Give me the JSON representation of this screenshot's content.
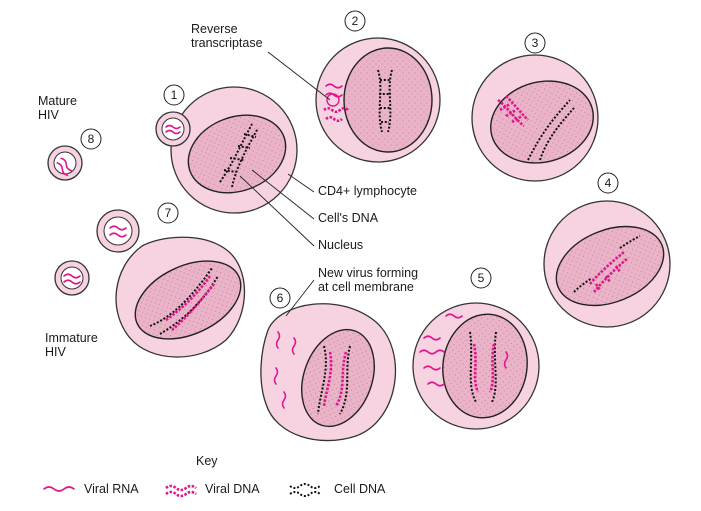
{
  "steps": [
    "1",
    "2",
    "3",
    "4",
    "5",
    "6",
    "7",
    "8"
  ],
  "labels": {
    "reverse_transcriptase": [
      "Reverse",
      "transcriptase"
    ],
    "cd4_lymphocyte": "CD4+ lymphocyte",
    "cells_dna": "Cell's DNA",
    "nucleus": "Nucleus",
    "new_virus": [
      "New virus forming",
      "at cell membrane"
    ],
    "mature_hiv": [
      "Mature",
      "HIV"
    ],
    "immature_hiv": [
      "Immature",
      "HIV"
    ]
  },
  "key": {
    "title": "Key",
    "viral_rna": "Viral RNA",
    "viral_dna": "Viral DNA",
    "cell_dna": "Cell DNA"
  },
  "colors": {
    "cytoplasm": "#f7d3e2",
    "nucleus": "#ebb3c8",
    "viral_nucleic_acid": "#e0168c",
    "cell_dna": "#111111"
  }
}
